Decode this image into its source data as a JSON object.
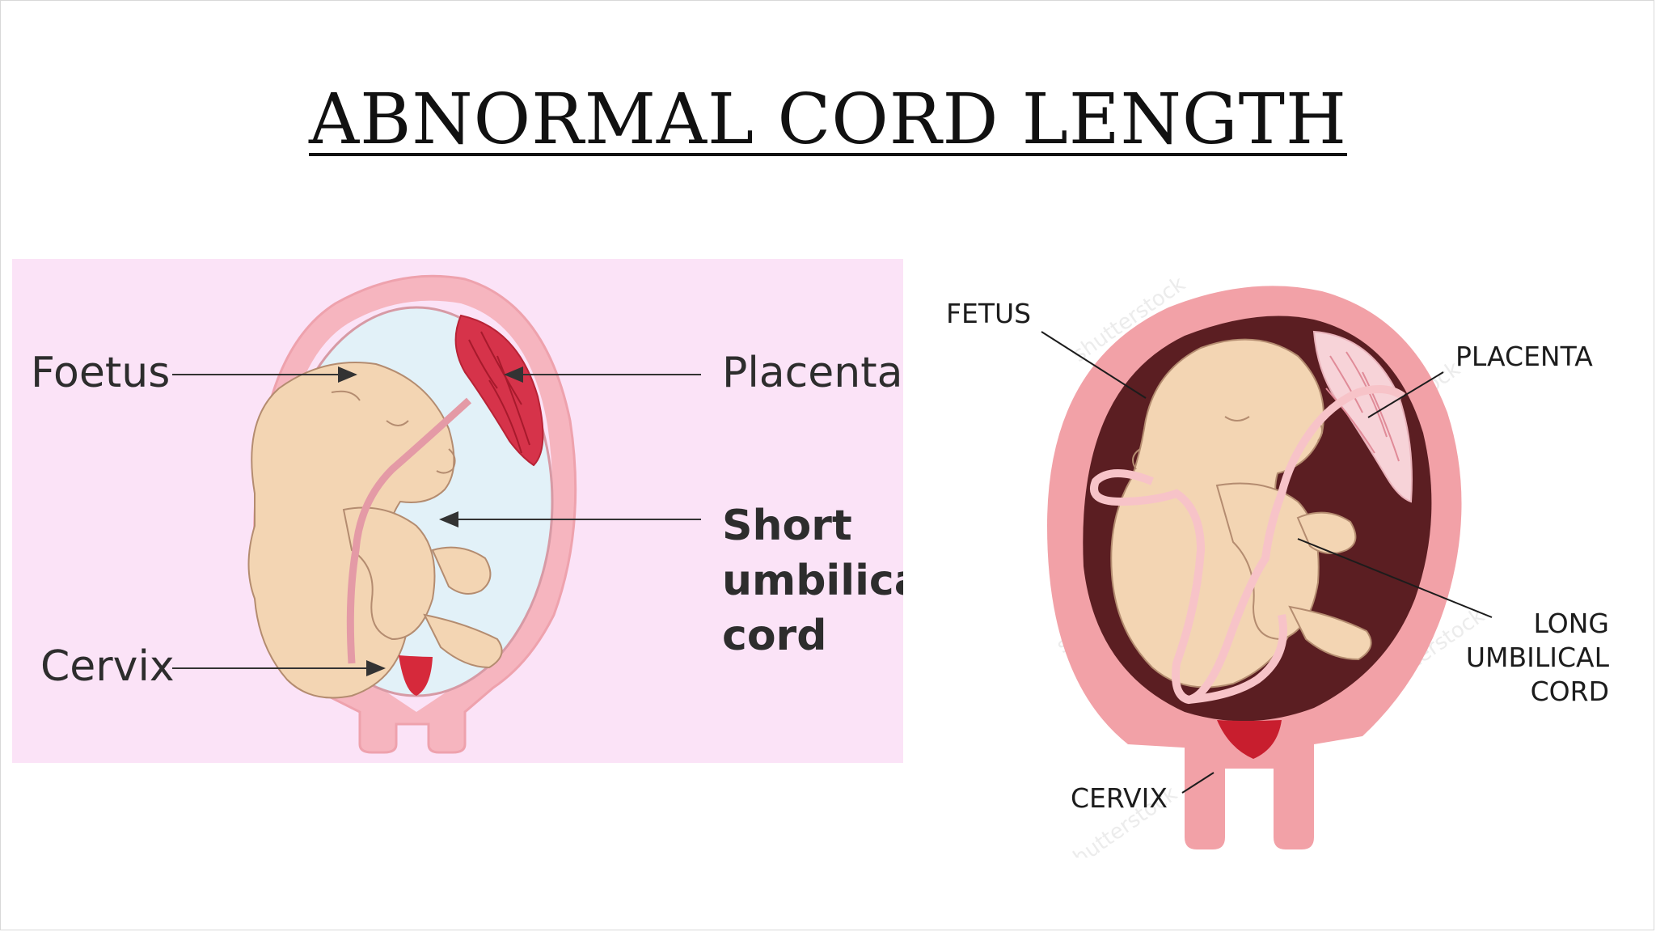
{
  "slide": {
    "title": "ABNORMAL CORD LENGTH"
  },
  "left_diagram": {
    "labels": {
      "foetus": "Foetus",
      "placenta": "Placenta",
      "short_cord": [
        "Short",
        "umbilical",
        "cord"
      ],
      "cervix": "Cervix"
    },
    "colors": {
      "background": "#fbe3f7",
      "uterus_wall": "#f5b4bd",
      "amniotic_fluid": "#e3f1f8",
      "fetus_skin": "#f3d6b4",
      "placenta": "#d9344a",
      "cervix": "#d6293b"
    }
  },
  "right_diagram": {
    "labels": {
      "fetus": "FETUS",
      "placenta": "PLACENTA",
      "long_cord": [
        "LONG",
        "UMBILICAL",
        "CORD"
      ],
      "cervix": "CERVIX"
    },
    "watermark": "shutterstock",
    "colors": {
      "uterus_wall": "#f2a1a7",
      "cavity": "#5b1e22",
      "fetus_skin": "#f3d6b4",
      "placenta": "#f7d3d8",
      "cord": "#f7c3c8",
      "cervix": "#c81e2e"
    }
  }
}
